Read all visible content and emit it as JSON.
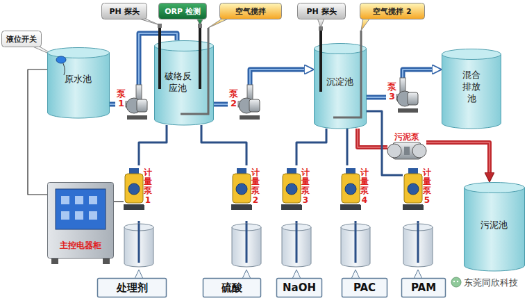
{
  "diagram": {
    "nodes": [
      {
        "text": [
          "PH 探头"
        ]
      },
      {
        "text": [
          "ORP 检测"
        ]
      },
      {
        "text": [
          "空气搅拌"
        ]
      },
      {
        "text": [
          "PH 探头"
        ]
      },
      {
        "text": [
          "空气搅拌 2"
        ]
      },
      {
        "text": [
          "液位开关"
        ]
      },
      {
        "text": [
          "原水池"
        ]
      },
      {
        "text": [
          "泵 1"
        ]
      },
      {
        "text": [
          "破络反应池"
        ]
      },
      {
        "text": [
          "泵 2"
        ]
      },
      {
        "text": [
          "沉淀池"
        ]
      },
      {
        "text": [
          "泵 3"
        ]
      },
      {
        "text": [
          "混合排放池"
        ]
      },
      {
        "text": [
          "污泥泵"
        ]
      },
      {
        "text": [
          "污泥池"
        ]
      },
      {
        "text": [
          "主控电器柜"
        ]
      },
      {
        "text": [
          "计量泵 1"
        ]
      },
      {
        "text": [
          "计量泵 2"
        ]
      },
      {
        "text": [
          "计量泵 3"
        ]
      },
      {
        "text": [
          "计量泵 4"
        ]
      },
      {
        "text": [
          "计量泵 5"
        ]
      },
      {
        "text": [
          "处理剂"
        ]
      },
      {
        "text": [
          "硫酸"
        ]
      },
      {
        "text": [
          "NaOH"
        ]
      },
      {
        "text": [
          "PAC"
        ]
      },
      {
        "text": [
          "PAM"
        ]
      }
    ],
    "edges": [
      {
        "from": 6,
        "to": 7,
        "arrow": "none"
      },
      {
        "from": 7,
        "to": 8,
        "arrow": "none"
      },
      {
        "from": 8,
        "to": 9,
        "arrow": "none"
      },
      {
        "from": 9,
        "to": 10,
        "arrow": "to"
      },
      {
        "from": 10,
        "to": 11,
        "arrow": "none"
      },
      {
        "from": 11,
        "to": 12,
        "arrow": "to"
      },
      {
        "from": 10,
        "to": 13,
        "arrow": "none"
      },
      {
        "from": 13,
        "to": 14,
        "arrow": "to"
      },
      {
        "from": 21,
        "to": 16,
        "arrow": "none"
      },
      {
        "from": 22,
        "to": 17,
        "arrow": "none"
      },
      {
        "from": 23,
        "to": 18,
        "arrow": "none"
      },
      {
        "from": 24,
        "to": 19,
        "arrow": "none"
      },
      {
        "from": 25,
        "to": 20,
        "arrow": "none"
      },
      {
        "from": 16,
        "to": 8,
        "arrow": "none"
      },
      {
        "from": 17,
        "to": 8,
        "arrow": "none"
      },
      {
        "from": 18,
        "to": 10,
        "arrow": "none"
      },
      {
        "from": 19,
        "to": 10,
        "arrow": "none"
      },
      {
        "from": 20,
        "to": 10,
        "arrow": "none"
      },
      {
        "from": 15,
        "to": 6,
        "arrow": "none"
      },
      {
        "from": 15,
        "to": 16,
        "arrow": "none"
      }
    ],
    "labels": [
      "东莞同欣科技"
    ]
  }
}
